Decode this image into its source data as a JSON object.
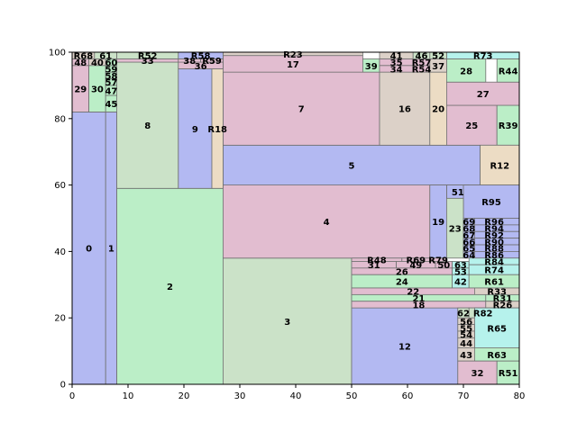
{
  "chart_data": {
    "type": "treemap",
    "title": "",
    "xlabel": "",
    "ylabel": "",
    "xlim": [
      0,
      80
    ],
    "ylim": [
      0,
      100
    ],
    "x_ticks": [
      "0",
      "10",
      "20",
      "30",
      "40",
      "50",
      "60",
      "70",
      "80"
    ],
    "y_ticks": [
      "0",
      "20",
      "40",
      "60",
      "80",
      "100"
    ],
    "colors": {
      "blue": "#b3b9f2",
      "green": "#bbeec7",
      "sage": "#cbe2c8",
      "pink": "#e2bdd0",
      "tan": "#dcd1c8",
      "cyan": "#b6f2ec",
      "peach": "#ecdcc4",
      "edge": "#707070"
    },
    "rects": [
      {
        "label": "0",
        "x0": 0,
        "x1": 6,
        "y0": 0,
        "y1": 82,
        "color": "blue"
      },
      {
        "label": "1",
        "x0": 6,
        "x1": 8,
        "y0": 0,
        "y1": 82,
        "color": "blue"
      },
      {
        "label": "2",
        "x0": 8,
        "x1": 27,
        "y0": 0,
        "y1": 59,
        "color": "green"
      },
      {
        "label": "3",
        "x0": 27,
        "x1": 50,
        "y0": 0,
        "y1": 38,
        "color": "sage"
      },
      {
        "label": "4",
        "x0": 27,
        "x1": 64,
        "y0": 38,
        "y1": 60,
        "color": "pink"
      },
      {
        "label": "5",
        "x0": 27,
        "x1": 73,
        "y0": 60,
        "y1": 72,
        "color": "blue"
      },
      {
        "label": "7",
        "x0": 27,
        "x1": 55,
        "y0": 72,
        "y1": 94,
        "color": "pink"
      },
      {
        "label": "8",
        "x0": 8,
        "x1": 19,
        "y0": 59,
        "y1": 97,
        "color": "sage"
      },
      {
        "label": "9",
        "x0": 19,
        "x1": 25,
        "y0": 59,
        "y1": 95,
        "color": "blue"
      },
      {
        "label": "R18",
        "x0": 25,
        "x1": 27,
        "y0": 59,
        "y1": 95,
        "color": "peach"
      },
      {
        "label": "12",
        "x0": 50,
        "x1": 69,
        "y0": 0,
        "y1": 23,
        "color": "blue"
      },
      {
        "label": "16",
        "x0": 55,
        "x1": 64,
        "y0": 72,
        "y1": 94,
        "color": "tan"
      },
      {
        "label": "20",
        "x0": 64,
        "x1": 67,
        "y0": 72,
        "y1": 94,
        "color": "peach"
      },
      {
        "label": "25",
        "x0": 67,
        "x1": 76,
        "y0": 72,
        "y1": 84,
        "color": "pink"
      },
      {
        "label": "R39",
        "x0": 76,
        "x1": 80,
        "y0": 72,
        "y1": 84,
        "color": "green"
      },
      {
        "label": "27",
        "x0": 67,
        "x1": 80,
        "y0": 84,
        "y1": 91,
        "color": "pink"
      },
      {
        "label": "28",
        "x0": 67,
        "x1": 74,
        "y0": 91,
        "y1": 98,
        "color": "green"
      },
      {
        "label": "R44",
        "x0": 76,
        "x1": 80,
        "y0": 91,
        "y1": 98,
        "color": "green"
      },
      {
        "label": "R73",
        "x0": 67,
        "x1": 80,
        "y0": 98,
        "y1": 100,
        "color": "cyan"
      },
      {
        "label": "17",
        "x0": 27,
        "x1": 52,
        "y0": 94,
        "y1": 99,
        "color": "pink"
      },
      {
        "label": "R23",
        "x0": 27,
        "x1": 52,
        "y0": 99,
        "y1": 100,
        "color": "tan"
      },
      {
        "label": "39",
        "x0": 52,
        "x1": 55,
        "y0": 94,
        "y1": 98,
        "color": "green"
      },
      {
        "label": "34",
        "x0": 55,
        "x1": 61,
        "y0": 94,
        "y1": 96,
        "color": "pink"
      },
      {
        "label": "35",
        "x0": 55,
        "x1": 61,
        "y0": 96,
        "y1": 98,
        "color": "pink"
      },
      {
        "label": "R54",
        "x0": 61,
        "x1": 64,
        "y0": 94,
        "y1": 96,
        "color": "pink"
      },
      {
        "label": "R57",
        "x0": 61,
        "x1": 64,
        "y0": 96,
        "y1": 98,
        "color": "pink"
      },
      {
        "label": "37",
        "x0": 64,
        "x1": 67,
        "y0": 94,
        "y1": 98,
        "color": "tan"
      },
      {
        "label": "41",
        "x0": 55,
        "x1": 61,
        "y0": 98,
        "y1": 100,
        "color": "tan"
      },
      {
        "label": "46",
        "x0": 61,
        "x1": 64,
        "y0": 98,
        "y1": 100,
        "color": "sage"
      },
      {
        "label": "52",
        "x0": 64,
        "x1": 67,
        "y0": 98,
        "y1": 100,
        "color": "sage"
      },
      {
        "label": "29",
        "x0": 0,
        "x1": 3,
        "y0": 82,
        "y1": 96,
        "color": "pink"
      },
      {
        "label": "30",
        "x0": 3,
        "x1": 6,
        "y0": 82,
        "y1": 96,
        "color": "green"
      },
      {
        "label": "45",
        "x0": 6,
        "x1": 8,
        "y0": 82,
        "y1": 87,
        "color": "green"
      },
      {
        "label": "47",
        "x0": 6,
        "x1": 8,
        "y0": 87,
        "y1": 90,
        "color": "green"
      },
      {
        "label": "57",
        "x0": 6,
        "x1": 8,
        "y0": 90,
        "y1": 92,
        "color": "green"
      },
      {
        "label": "58",
        "x0": 6,
        "x1": 8,
        "y0": 92,
        "y1": 94,
        "color": "green"
      },
      {
        "label": "59",
        "x0": 6,
        "x1": 8,
        "y0": 94,
        "y1": 96,
        "color": "green"
      },
      {
        "label": "48",
        "x0": 0,
        "x1": 3,
        "y0": 96,
        "y1": 98,
        "color": "pink"
      },
      {
        "label": "40",
        "x0": 3,
        "x1": 6,
        "y0": 96,
        "y1": 98,
        "color": "tan"
      },
      {
        "label": "60",
        "x0": 6,
        "x1": 8,
        "y0": 96,
        "y1": 98,
        "color": "green"
      },
      {
        "label": "R68",
        "x0": 0,
        "x1": 4,
        "y0": 98,
        "y1": 100,
        "color": "tan"
      },
      {
        "label": "61",
        "x0": 4,
        "x1": 8,
        "y0": 98,
        "y1": 100,
        "color": "sage"
      },
      {
        "label": "33",
        "x0": 8,
        "x1": 19,
        "y0": 97,
        "y1": 98,
        "color": "pink"
      },
      {
        "label": "R52",
        "x0": 8,
        "x1": 19,
        "y0": 98,
        "y1": 100,
        "color": "sage"
      },
      {
        "label": "36",
        "x0": 19,
        "x1": 27,
        "y0": 95,
        "y1": 97,
        "color": "pink"
      },
      {
        "label": "38",
        "x0": 19,
        "x1": 23,
        "y0": 97,
        "y1": 98,
        "color": "pink"
      },
      {
        "label": "R59",
        "x0": 23,
        "x1": 27,
        "y0": 97,
        "y1": 98,
        "color": "pink"
      },
      {
        "label": "R58",
        "x0": 19,
        "x1": 27,
        "y0": 98,
        "y1": 100,
        "color": "blue"
      },
      {
        "label": "R12",
        "x0": 73,
        "x1": 80,
        "y0": 60,
        "y1": 72,
        "color": "peach"
      },
      {
        "label": "51",
        "x0": 67,
        "x1": 71,
        "y0": 56,
        "y1": 60,
        "color": "blue"
      },
      {
        "label": "R95",
        "x0": 70,
        "x1": 80,
        "y0": 50,
        "y1": 60,
        "color": "blue"
      },
      {
        "label": "19",
        "x0": 64,
        "x1": 67,
        "y0": 38,
        "y1": 60,
        "color": "blue"
      },
      {
        "label": "23",
        "x0": 67,
        "x1": 70,
        "y0": 38,
        "y1": 56,
        "color": "sage"
      },
      {
        "label": "R96",
        "x0": 71,
        "x1": 80,
        "y0": 48,
        "y1": 50,
        "color": "blue"
      },
      {
        "label": "69",
        "x0": 70,
        "x1": 72,
        "y0": 48,
        "y1": 50,
        "color": "blue"
      },
      {
        "label": "R94",
        "x0": 71,
        "x1": 80,
        "y0": 46,
        "y1": 48,
        "color": "blue"
      },
      {
        "label": "68",
        "x0": 70,
        "x1": 72,
        "y0": 46,
        "y1": 48,
        "color": "blue"
      },
      {
        "label": "R92",
        "x0": 71,
        "x1": 80,
        "y0": 44,
        "y1": 46,
        "color": "blue"
      },
      {
        "label": "67",
        "x0": 70,
        "x1": 72,
        "y0": 44,
        "y1": 46,
        "color": "blue"
      },
      {
        "label": "R90",
        "x0": 71,
        "x1": 80,
        "y0": 42,
        "y1": 44,
        "color": "blue"
      },
      {
        "label": "66",
        "x0": 70,
        "x1": 72,
        "y0": 42,
        "y1": 44,
        "color": "blue"
      },
      {
        "label": "R88",
        "x0": 71,
        "x1": 80,
        "y0": 40,
        "y1": 42,
        "color": "blue"
      },
      {
        "label": "65",
        "x0": 70,
        "x1": 72,
        "y0": 40,
        "y1": 42,
        "color": "blue"
      },
      {
        "label": "R86",
        "x0": 71,
        "x1": 80,
        "y0": 38,
        "y1": 40,
        "color": "blue"
      },
      {
        "label": "64",
        "x0": 70,
        "x1": 72,
        "y0": 38,
        "y1": 40,
        "color": "blue"
      },
      {
        "label": "R48",
        "x0": 50,
        "x1": 59,
        "y0": 37,
        "y1": 38,
        "color": "pink"
      },
      {
        "label": "31",
        "x0": 50,
        "x1": 58,
        "y0": 35,
        "y1": 37,
        "color": "pink"
      },
      {
        "label": "R69",
        "x0": 59,
        "x1": 64,
        "y0": 37,
        "y1": 38,
        "color": "pink"
      },
      {
        "label": "R79",
        "x0": 64,
        "x1": 67,
        "y0": 37,
        "y1": 38,
        "color": "pink"
      },
      {
        "label": "49",
        "x0": 58,
        "x1": 65,
        "y0": 35,
        "y1": 37,
        "color": "pink"
      },
      {
        "label": "50",
        "x0": 65,
        "x1": 68,
        "y0": 35,
        "y1": 37,
        "color": "pink"
      },
      {
        "label": "63",
        "x0": 68,
        "x1": 71,
        "y0": 35,
        "y1": 37,
        "color": "cyan"
      },
      {
        "label": "R84",
        "x0": 71,
        "x1": 80,
        "y0": 36,
        "y1": 38,
        "color": "cyan"
      },
      {
        "label": "26",
        "x0": 50,
        "x1": 68,
        "y0": 33,
        "y1": 35,
        "color": "pink"
      },
      {
        "label": "53",
        "x0": 68,
        "x1": 71,
        "y0": 33,
        "y1": 35,
        "color": "cyan"
      },
      {
        "label": "R74",
        "x0": 71,
        "x1": 80,
        "y0": 33,
        "y1": 36,
        "color": "cyan"
      },
      {
        "label": "24",
        "x0": 50,
        "x1": 68,
        "y0": 29,
        "y1": 33,
        "color": "green"
      },
      {
        "label": "42",
        "x0": 68,
        "x1": 71,
        "y0": 29,
        "y1": 33,
        "color": "cyan"
      },
      {
        "label": "R61",
        "x0": 71,
        "x1": 80,
        "y0": 29,
        "y1": 33,
        "color": "green"
      },
      {
        "label": "22",
        "x0": 50,
        "x1": 72,
        "y0": 27,
        "y1": 29,
        "color": "pink"
      },
      {
        "label": "R33",
        "x0": 72,
        "x1": 80,
        "y0": 27,
        "y1": 29,
        "color": "tan"
      },
      {
        "label": "21",
        "x0": 50,
        "x1": 74,
        "y0": 25,
        "y1": 27,
        "color": "green"
      },
      {
        "label": "R31",
        "x0": 74,
        "x1": 80,
        "y0": 25,
        "y1": 27,
        "color": "green"
      },
      {
        "label": "18",
        "x0": 50,
        "x1": 74,
        "y0": 23,
        "y1": 25,
        "color": "pink"
      },
      {
        "label": "R26",
        "x0": 74,
        "x1": 80,
        "y0": 23,
        "y1": 25,
        "color": "tan"
      },
      {
        "label": "62",
        "x0": 69,
        "x1": 71,
        "y0": 20,
        "y1": 23,
        "color": "sage"
      },
      {
        "label": "R82",
        "x0": 71,
        "x1": 76,
        "y0": 20,
        "y1": 23,
        "color": "sage"
      },
      {
        "label": "56",
        "x0": 69,
        "x1": 72,
        "y0": 18,
        "y1": 20,
        "color": "tan"
      },
      {
        "label": "R65",
        "x0": 72,
        "x1": 80,
        "y0": 11,
        "y1": 23,
        "color": "cyan"
      },
      {
        "label": "55",
        "x0": 69,
        "x1": 72,
        "y0": 16,
        "y1": 18,
        "color": "tan"
      },
      {
        "label": "54",
        "x0": 69,
        "x1": 72,
        "y0": 14,
        "y1": 16,
        "color": "tan"
      },
      {
        "label": "44",
        "x0": 69,
        "x1": 72,
        "y0": 11,
        "y1": 14,
        "color": "tan"
      },
      {
        "label": "43",
        "x0": 69,
        "x1": 72,
        "y0": 7,
        "y1": 11,
        "color": "tan"
      },
      {
        "label": "R63",
        "x0": 72,
        "x1": 80,
        "y0": 7,
        "y1": 11,
        "color": "green"
      },
      {
        "label": "32",
        "x0": 69,
        "x1": 76,
        "y0": 0,
        "y1": 7,
        "color": "pink"
      },
      {
        "label": "R51",
        "x0": 76,
        "x1": 80,
        "y0": 0,
        "y1": 7,
        "color": "green"
      }
    ]
  }
}
